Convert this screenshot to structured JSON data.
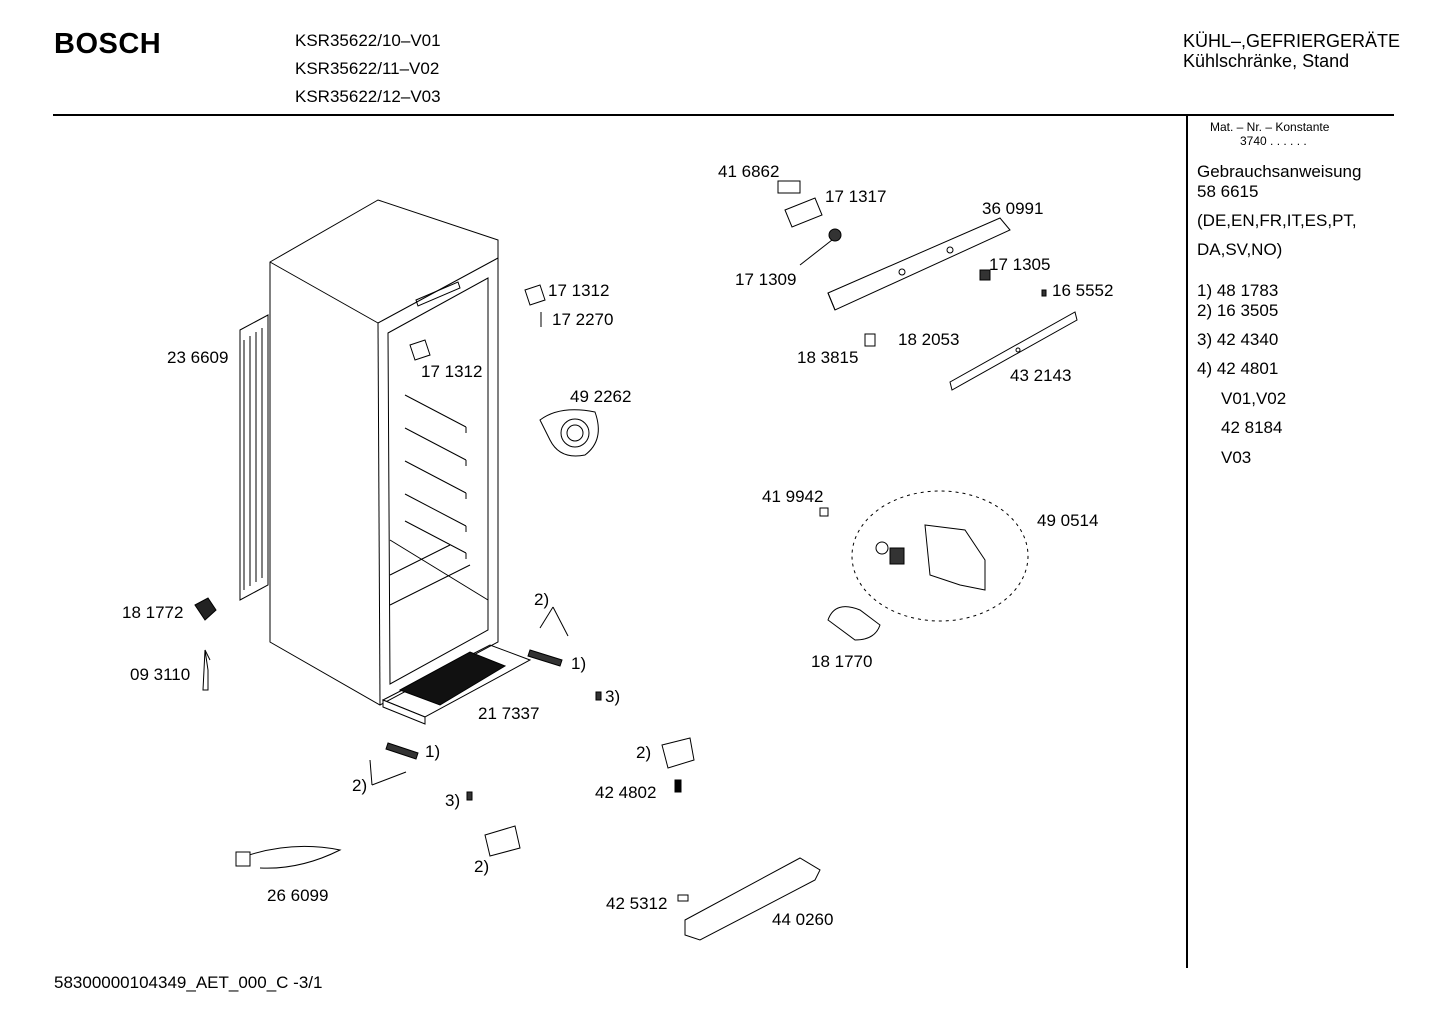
{
  "header": {
    "brand": "BOSCH",
    "models": [
      "KSR35622/10–V01",
      "KSR35622/11–V02",
      "KSR35622/12–V03"
    ],
    "category_line1": "KÜHL–,GEFRIERGERÄTE",
    "category_line2": "Kühlschränke, Stand"
  },
  "sidebar": {
    "mat_label": "Mat. – Nr. – Konstante",
    "mat_value": "3740 . . . . . .",
    "manual_title": "Gebrauchsanweisung",
    "manual_number": "58 6615",
    "languages_1": "(DE,EN,FR,IT,ES,PT,",
    "languages_2": "DA,SV,NO)",
    "notes": [
      "1)  48 1783",
      "2)  16 3505",
      "3)  42 4340",
      "4)  42 4801",
      "V01,V02",
      "42 8184",
      "V03"
    ]
  },
  "parts": {
    "p416862": "41 6862",
    "p171317": "17 1317",
    "p360991": "36 0991",
    "p171309": "17 1309",
    "p171305": "17 1305",
    "p165552": "16 5552",
    "p182053": "18 2053",
    "p183815": "18 3815",
    "p432143": "43 2143",
    "p171312a": "17 1312",
    "p172270": "17 2270",
    "p236609": "23 6609",
    "p171312b": "17 1312",
    "p492262": "49 2262",
    "p419942": "41 9942",
    "p490514": "49 0514",
    "p181770": "18 1770",
    "p181772": "18 1772",
    "p093110": "09 3110",
    "n2a": "2)",
    "n1a": "1)",
    "n3a": "3)",
    "p217337": "21 7337",
    "n1b": "1)",
    "n2b": "2)",
    "n2c": "2)",
    "n3b": "3)",
    "p424802": "42 4802",
    "n2d": "2)",
    "p266099": "26 6099",
    "p425312": "42 5312",
    "p440260": "44 0260"
  },
  "footer": {
    "doc_id": "58300000104349_AET_000_C  -3/1"
  }
}
